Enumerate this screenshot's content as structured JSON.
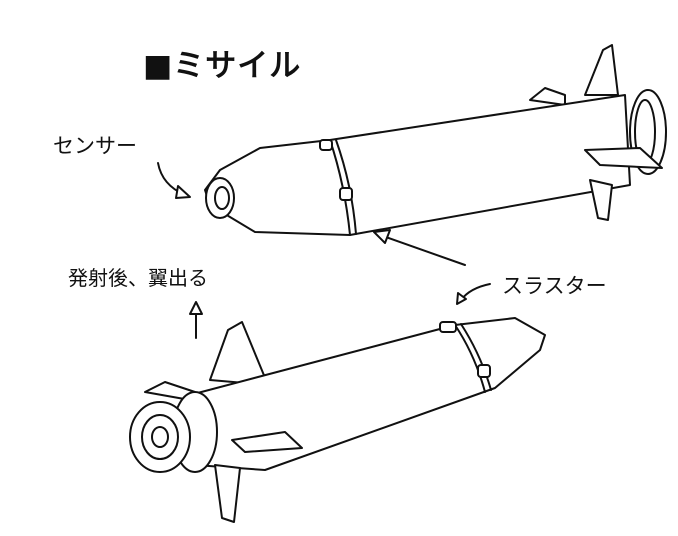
{
  "labels": {
    "title": "■ミサイル",
    "sensor": "センサー",
    "wings_after_launch": "発射後、翼出る",
    "thruster": "スラスター"
  }
}
